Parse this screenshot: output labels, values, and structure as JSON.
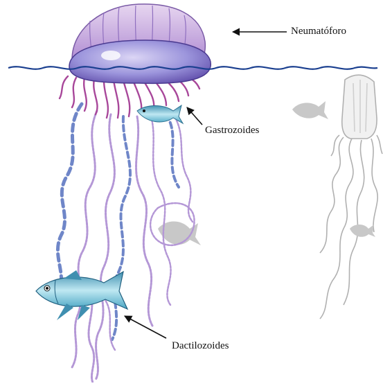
{
  "labels": {
    "neumatoforo": "Neumatóforo",
    "gastrozoides": "Gastrozoides",
    "dactilozoides": "Dactilozoides"
  },
  "colors": {
    "float_purple": "#b79ad8",
    "float_blue": "#7f8fd6",
    "float_dark": "#5d4aa8",
    "gastrozooid": "#a8479a",
    "tentacle_purple": "#b497d6",
    "tentacle_blue": "#6f86c8",
    "water_line": "#1a3f8f",
    "fish_cyan": "#5fbfd6",
    "silhouette_gray": "#c8c8c8",
    "box_jelly_gray": "#b0b0b0",
    "arrow": "#111111"
  }
}
